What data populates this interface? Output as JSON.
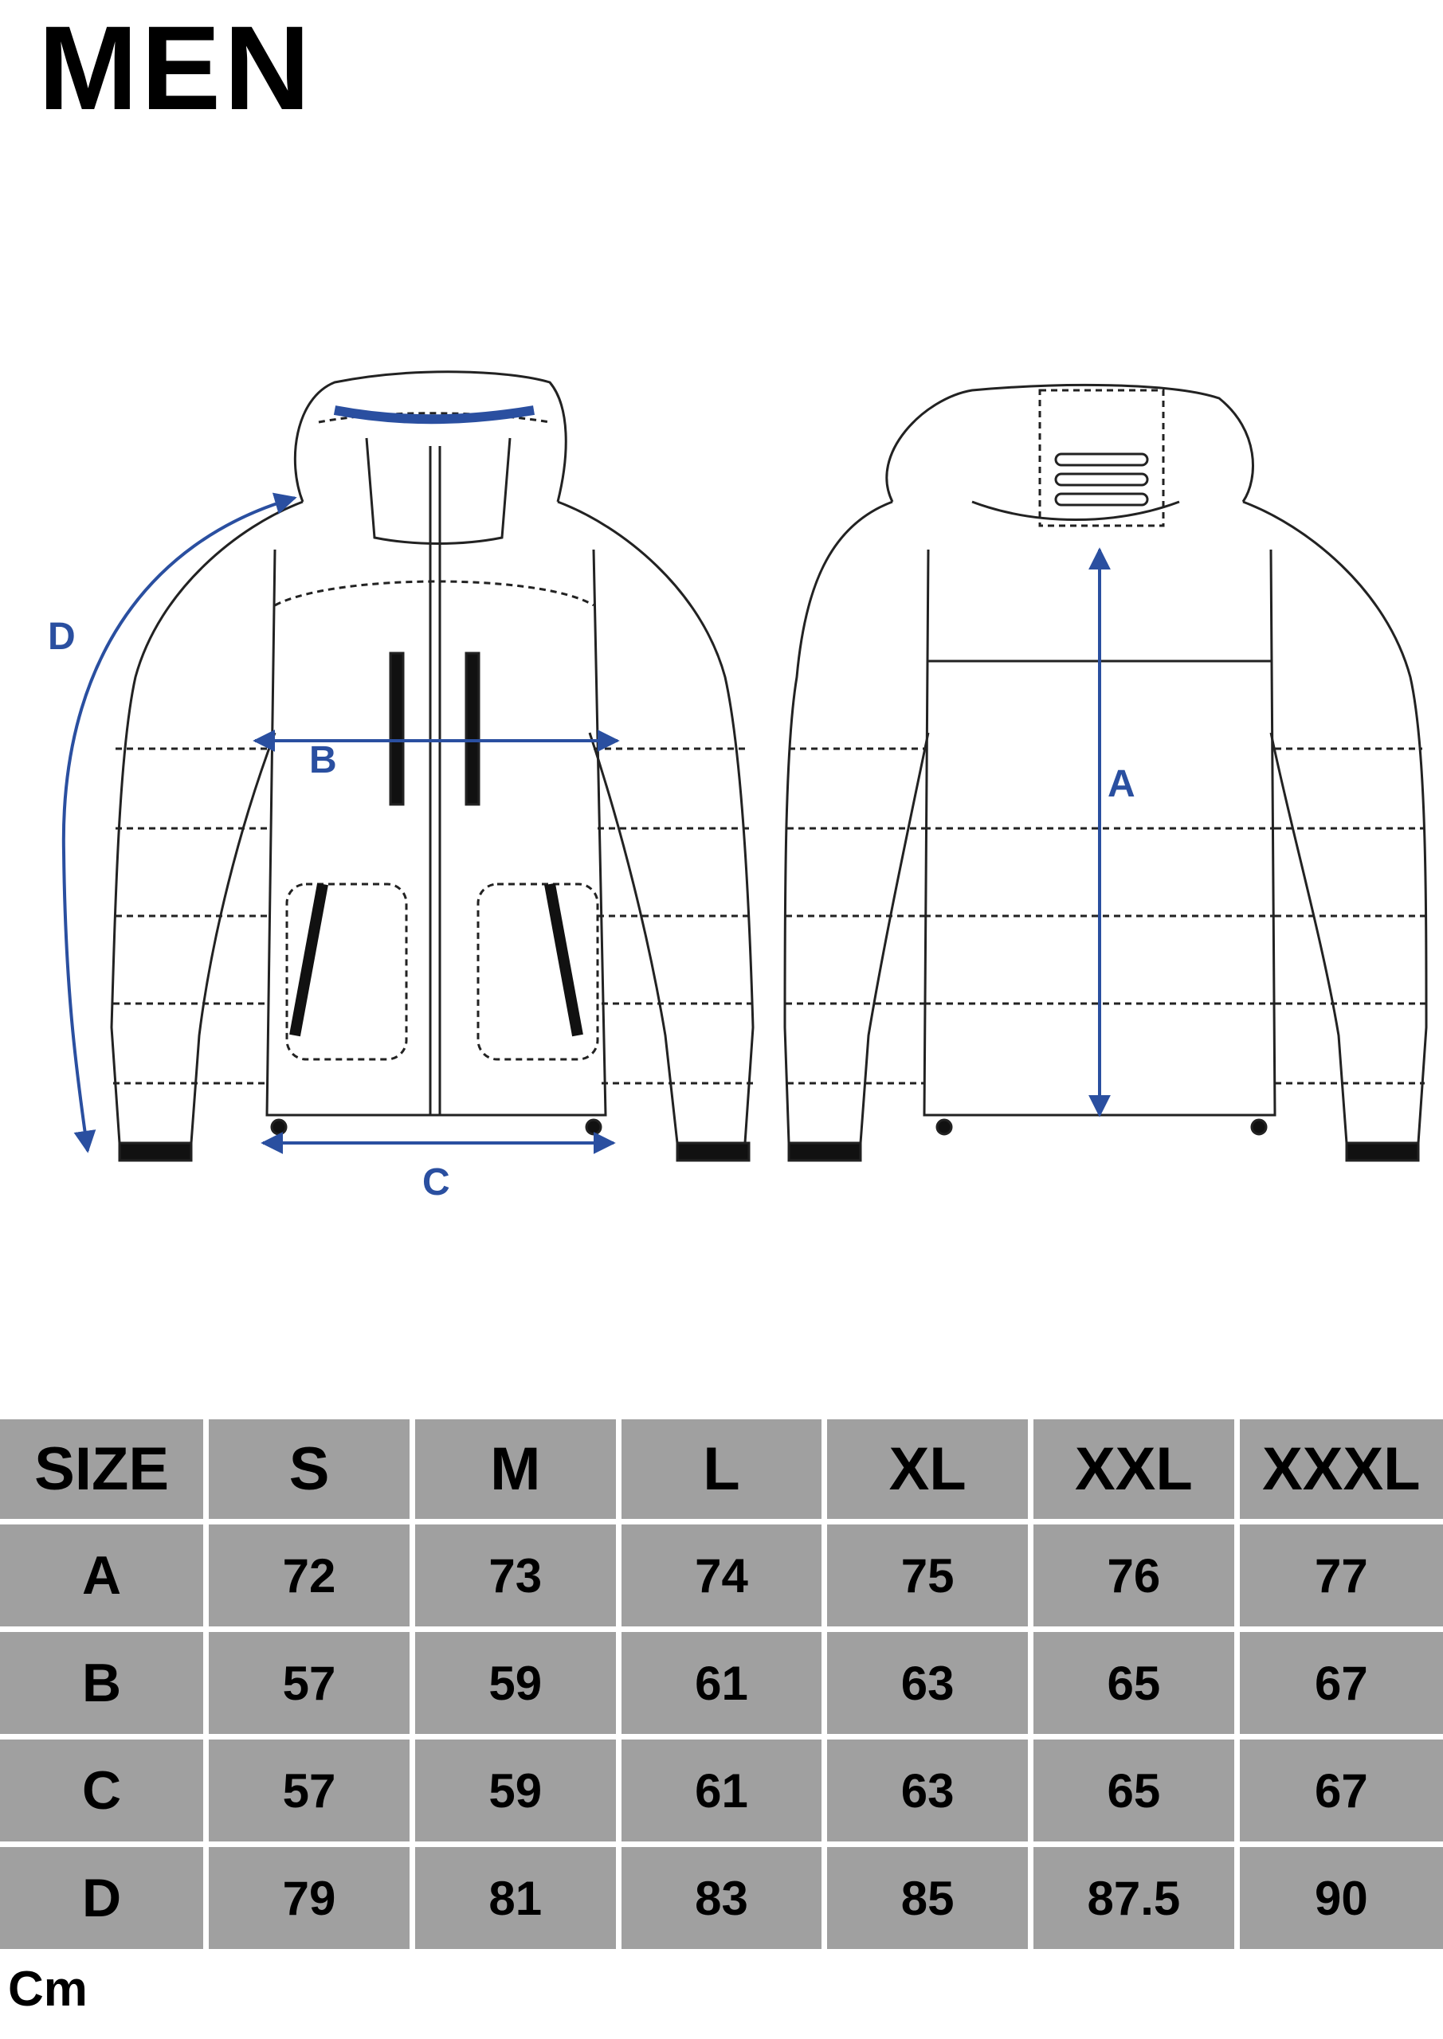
{
  "title": "MEN",
  "diagram": {
    "labels": {
      "a": "A",
      "b": "B",
      "c": "C",
      "d": "D"
    },
    "colors": {
      "accent": "#2a4fa0",
      "line": "#222222",
      "cuff": "#111111"
    }
  },
  "table": {
    "header": [
      "SIZE",
      "S",
      "M",
      "L",
      "XL",
      "XXL",
      "XXXL"
    ],
    "rows": [
      {
        "label": "A",
        "values": [
          "72",
          "73",
          "74",
          "75",
          "76",
          "77"
        ]
      },
      {
        "label": "B",
        "values": [
          "57",
          "59",
          "61",
          "63",
          "65",
          "67"
        ]
      },
      {
        "label": "C",
        "values": [
          "57",
          "59",
          "61",
          "63",
          "65",
          "67"
        ]
      },
      {
        "label": "D",
        "values": [
          "79",
          "81",
          "83",
          "85",
          "87.5",
          "90"
        ]
      }
    ],
    "colors": {
      "background": "#a0a0a0",
      "grid": "#ffffff"
    }
  },
  "unit": "Cm"
}
